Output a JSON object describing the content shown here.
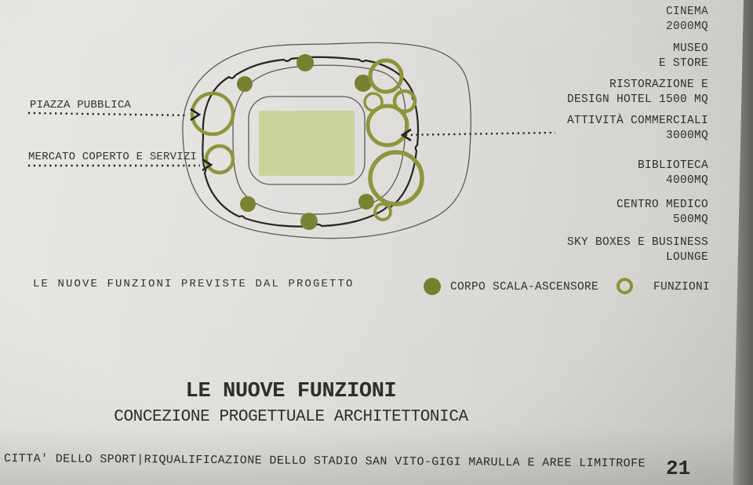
{
  "annotations": {
    "left": [
      {
        "label": "PIAZZA PUBBLICA"
      },
      {
        "label": "MERCATO COPERTO E SERVIZI"
      }
    ],
    "right": [
      {
        "line1": "CINEMA",
        "line2": "2000MQ"
      },
      {
        "line1": "MUSEO",
        "line2": "E STORE"
      },
      {
        "line1": "RISTORAZIONE E",
        "line2": "DESIGN HOTEL 1500 MQ"
      },
      {
        "line1": "ATTIVITÀ COMMERCIALI",
        "line2": "3000MQ"
      },
      {
        "line1": "BIBLIOTECA",
        "line2": "4000MQ"
      },
      {
        "line1": "CENTRO MEDICO",
        "line2": "500MQ"
      },
      {
        "line1": "SKY BOXES E BUSINESS",
        "line2": "LOUNGE"
      }
    ]
  },
  "caption": "LE NUOVE FUNZIONI PREVISTE DAL PROGETTO",
  "legend": {
    "filled_label": "CORPO SCALA-ASCENSORE",
    "outlined_label": "FUNZIONI"
  },
  "title": {
    "main": "LE NUOVE FUNZIONI",
    "subtitle": "CONCEZIONE PROGETTUALE ARCHITETTONICA"
  },
  "footer": {
    "text": "CITTA' DELLO SPORT|RIQUALIFICAZIONE DELLO STADIO SAN VITO-GIGI MARULLA E AREE LIMITROFE",
    "page": "21"
  },
  "colors": {
    "olive_fill": "#727d2a",
    "olive_ring": "#8a9136",
    "pitch": "#c9d197",
    "ink": "#2d2d2b"
  }
}
